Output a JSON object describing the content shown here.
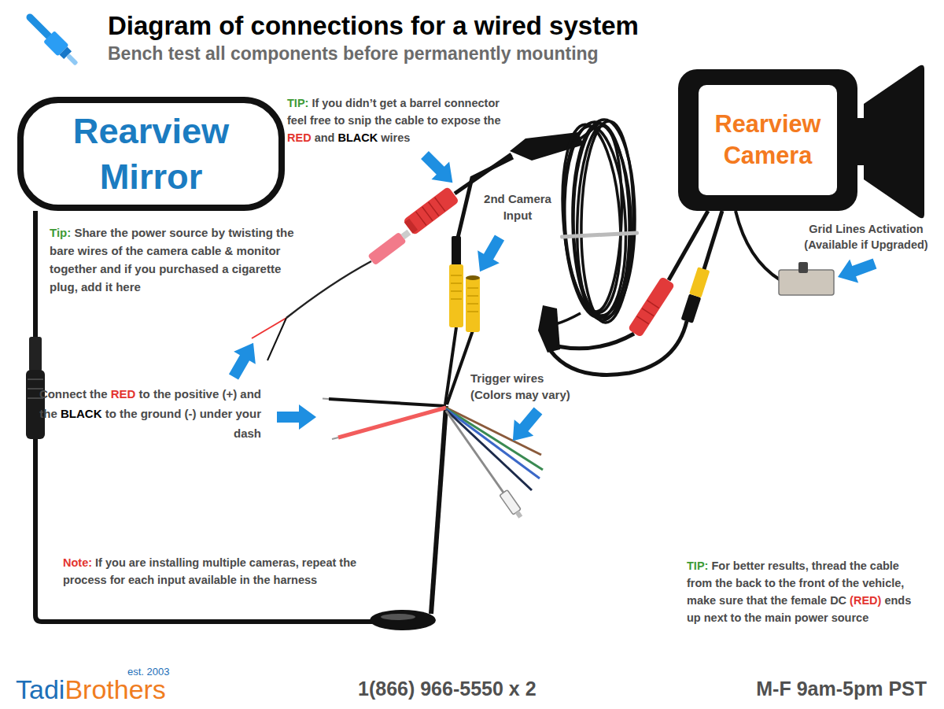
{
  "diagram": {
    "title": "Diagram of connections for a wired system",
    "nodes": [
      {
        "text": [
          "Rearview Mirror"
        ]
      },
      {
        "text": [
          "Rearview Camera"
        ]
      }
    ],
    "labels": [
      "Bench test all components before permanently mounting",
      "TIP:",
      "If you didn’t get a barrel connector feel free to snip the cable to expose the",
      "RED",
      "and",
      "BLACK",
      "wires",
      "2nd Camera Input",
      "Tip:",
      "Share the power source by twisting the bare wires of the camera cable & monitor together and if you purchased a cigarette plug, add it here",
      "Connect the",
      "RED",
      "to the positive (+) and the",
      "BLACK",
      "to the ground (-) under your dash",
      "Trigger wires (Colors may vary)",
      "Grid Lines Activation (Available if Upgraded)",
      "Note:",
      "If you are installing multiple cameras, repeat the process for each input available in the harness",
      "TIP:",
      "For better results, thread the cable from the back to the front of the vehicle, make sure that the female DC",
      "(RED)",
      "ends up next to the main power source",
      "Tadi",
      "Brothers",
      "est. 2003",
      "1(866) 966-5550 x 2",
      "M-F 9am-5pm PST"
    ]
  }
}
